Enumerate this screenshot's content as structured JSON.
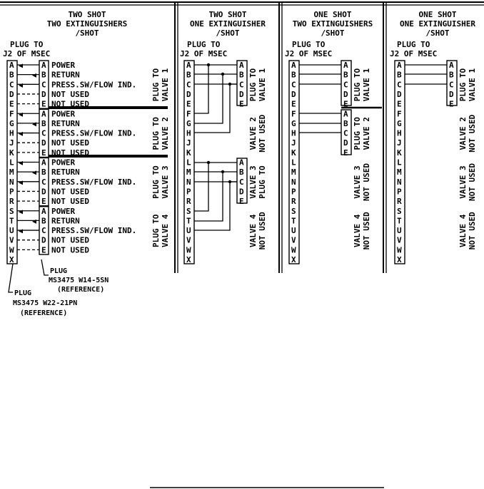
{
  "panels": [
    {
      "header": [
        "TWO SHOT",
        "TWO EXTINGUISHERS",
        "/SHOT"
      ],
      "plug_label": [
        "PLUG TO",
        "J2 OF MSEC"
      ],
      "pins": [
        "A",
        "B",
        "C",
        "D",
        "E",
        "F",
        "G",
        "H",
        "J",
        "K",
        "L",
        "M",
        "N",
        "P",
        "R",
        "S",
        "T",
        "U",
        "V",
        "W",
        "X"
      ],
      "groups": [
        {
          "pins": [
            "A",
            "B",
            "C",
            "D",
            "E"
          ],
          "functions": [
            "POWER",
            "RETURN",
            "PRESS.SW/FLOW IND.",
            "NOT USED",
            "NOT USED"
          ],
          "side_label": [
            "PLUG TO",
            "VALVE 1"
          ]
        },
        {
          "pins": [
            "A",
            "B",
            "C",
            "D",
            "E"
          ],
          "functions": [
            "POWER",
            "RETURN",
            "PRESS.SW/FLOW IND.",
            "NOT USED",
            "NOT USED"
          ],
          "side_label": [
            "PLUG TO",
            "VALVE 2"
          ]
        },
        {
          "pins": [
            "A",
            "B",
            "C",
            "D",
            "E"
          ],
          "functions": [
            "POWER",
            "RETURN",
            "PRESS.SW/FLOW IND.",
            "NOT USED",
            "NOT USED"
          ],
          "side_label": [
            "PLUG TO",
            "VALVE 3"
          ]
        },
        {
          "pins": [
            "A",
            "B",
            "C",
            "D",
            "E"
          ],
          "functions": [
            "POWER",
            "RETURN",
            "PRESS.SW/FLOW IND.",
            "NOT USED",
            "NOT USED"
          ],
          "side_label": [
            "PLUG TO",
            "VALVE 4"
          ]
        }
      ],
      "callouts": {
        "small_plug": [
          "PLUG",
          "MS3475 W14-5SN",
          "(REFERENCE)"
        ],
        "large_plug": [
          "PLUG",
          "MS3475 W22-21PN",
          "(REFERENCE)"
        ]
      }
    },
    {
      "header": [
        "TWO SHOT",
        "ONE EXTINGUISHER",
        "/SHOT"
      ],
      "plug_label": [
        "PLUG TO",
        "J2 OF MSEC"
      ],
      "pins": [
        "A",
        "B",
        "C",
        "D",
        "E",
        "F",
        "G",
        "H",
        "J",
        "K",
        "L",
        "M",
        "N",
        "P",
        "R",
        "S",
        "T",
        "U",
        "V",
        "W",
        "X"
      ],
      "plugs": [
        {
          "pins": [
            "A",
            "B",
            "C",
            "D",
            "E"
          ],
          "side_label": [
            "PLUG TO",
            "VALVE 1"
          ]
        },
        {
          "pins": [
            "A",
            "B",
            "C",
            "D",
            "E"
          ],
          "side_label": [
            "VALVE 3",
            "PLUG TO"
          ]
        }
      ],
      "unused": [
        [
          "VALVE 2",
          "NOT USED"
        ],
        [
          "VALVE 4",
          "NOT USED"
        ]
      ]
    },
    {
      "header": [
        "ONE SHOT",
        "TWO EXTINGUISHERS",
        "/SHOT"
      ],
      "plug_label": [
        "PLUG TO",
        "J2 OF MSEC"
      ],
      "pins": [
        "A",
        "B",
        "C",
        "D",
        "E",
        "F",
        "G",
        "H",
        "J",
        "K",
        "L",
        "M",
        "N",
        "P",
        "R",
        "S",
        "T",
        "U",
        "V",
        "W",
        "X"
      ],
      "plugs": [
        {
          "pins": [
            "A",
            "B",
            "C",
            "D",
            "E"
          ],
          "side_label": [
            "PLUG TO",
            "VALVE 1"
          ]
        },
        {
          "pins": [
            "A",
            "B",
            "C",
            "D",
            "E"
          ],
          "side_label": [
            "PLUG TO",
            "VALVE 2"
          ]
        }
      ],
      "unused": [
        [
          "VALVE 3",
          "NOT USED"
        ],
        [
          "VALVE 4",
          "NOT USED"
        ]
      ]
    },
    {
      "header": [
        "ONE SHOT",
        "ONE EXTINGUISHER",
        "/SHOT"
      ],
      "plug_label": [
        "PLUG TO",
        "J2 OF MSEC"
      ],
      "pins": [
        "A",
        "B",
        "C",
        "D",
        "E",
        "F",
        "G",
        "H",
        "J",
        "K",
        "L",
        "M",
        "N",
        "P",
        "R",
        "S",
        "T",
        "U",
        "V",
        "W",
        "X"
      ],
      "plugs": [
        {
          "pins": [
            "A",
            "B",
            "C",
            "D",
            "E"
          ],
          "side_label": [
            "PLUG TO",
            "VALVE 1"
          ]
        }
      ],
      "unused": [
        [
          "VALVE 2",
          "NOT USED"
        ],
        [
          "VALVE 3",
          "NOT USED"
        ],
        [
          "VALVE 4",
          "NOT USED"
        ]
      ]
    }
  ]
}
